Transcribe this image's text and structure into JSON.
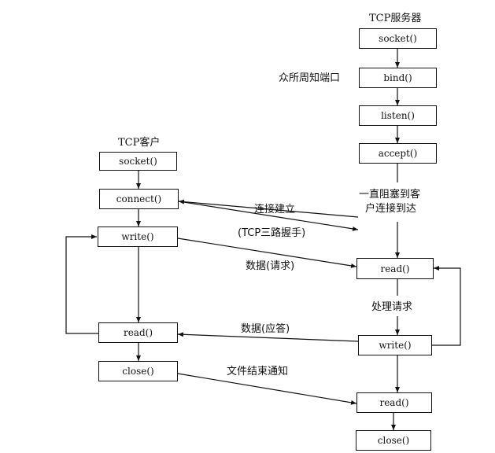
{
  "server": {
    "title": "TCP服务器",
    "socket": "socket()",
    "bind": "bind()",
    "listen": "listen()",
    "accept": "accept()",
    "read1": "read()",
    "write": "write()",
    "read2": "read()",
    "close": "close()",
    "well_known_port": "众所周知端口",
    "block_line1": "一直阻塞到客",
    "block_line2": "户连接到达",
    "process_request": "处理请求"
  },
  "client": {
    "title": "TCP客户",
    "socket": "socket()",
    "connect": "connect()",
    "write": "write()",
    "read": "read()",
    "close": "close()"
  },
  "messages": {
    "connection_established": "连接建立",
    "three_way_handshake": "(TCP三路握手)",
    "data_request": "数据(请求)",
    "data_reply": "数据(应答)",
    "eof_notification": "文件结束通知"
  }
}
